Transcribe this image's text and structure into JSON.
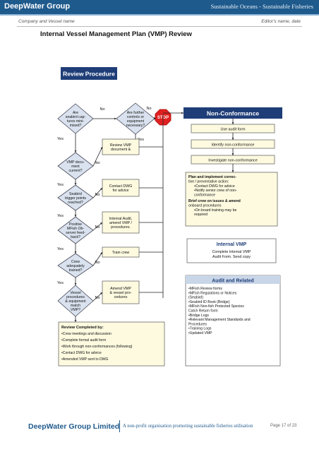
{
  "header": {
    "brand": "DeepWater Group",
    "tagline": "Sustainable Oceans - Sustainable Fisheries",
    "company_field": "Company and Vessel name",
    "editor_field": "Editor's name, date"
  },
  "page_title": "Internal Vessel Management Plan (VMP) Review",
  "diagram": {
    "review_title": "Review Procedure",
    "nonconformance_title": "Non-Conformance",
    "stop_label": "STOP",
    "decisions": [
      [
        "Are",
        "seabird cap-",
        "tures mini-",
        "mised?"
      ],
      [
        "VMP docu-",
        "ment",
        "current?"
      ],
      [
        "Seabird",
        "trigger points",
        "reached?"
      ],
      [
        "Positive",
        "MFish Ob-",
        "server feed-",
        "back?"
      ],
      [
        "Crew",
        "adequately",
        "trained?"
      ],
      [
        "Vessel",
        "procedures",
        "& equipment",
        "match",
        "VMP?"
      ]
    ],
    "further_decision": [
      "Are further",
      "controls or",
      "equipment",
      "necessary?"
    ],
    "actions": [
      [
        "Review VMP",
        "document &"
      ],
      [
        "Contact DWG",
        "for advice"
      ],
      [
        "Internal Audit,",
        "amend VMP /",
        "procedures."
      ],
      [
        "Train crew"
      ],
      [
        "Amend VMP",
        "& vessel pro-",
        "cedures"
      ]
    ],
    "yes_label": "Yes",
    "no_label": "No",
    "review_completed": {
      "title": "Review Completed by:",
      "items": [
        "Crew meetings and discussion",
        "Complete formal audit form",
        "Work through non-conformances (following)",
        "Contact DWG for advice",
        "Amended VMP sent to DWG"
      ]
    },
    "nonconformance_steps": [
      "Use audit form",
      "Identify non-conformance",
      "Investigate non-conformance"
    ],
    "plan_box": {
      "heading_lines": [
        "Plan and implement correc-",
        "tive / preventative action:"
      ],
      "bullets": [
        [
          "Contact DWG for advice"
        ],
        [
          "Notify senior crew of non-",
          "conformance"
        ]
      ],
      "brief_lines": [
        "Brief crew on issues & amend",
        "onboard procedures"
      ],
      "training_bullet": [
        "On board training may be",
        "required"
      ]
    },
    "internal_vmp": {
      "title": "Internal VMP",
      "lines": [
        "Complete Internal VMP",
        "Audit Form. Send copy"
      ]
    },
    "audit_related": {
      "title": "Audit and Related",
      "items": [
        [
          "MFish Review forms"
        ],
        [
          "MFish Regulations or Notices",
          "(Seabird)"
        ],
        [
          "Seabird ID Book (Bridge)"
        ],
        [
          "MFish Non-fish Protected Species",
          "Catch Return form"
        ],
        [
          "Bridge Logs"
        ],
        [
          "Relevant Management Standards and",
          "Procedures"
        ],
        [
          "Training Logs"
        ],
        [
          "Updated VMP"
        ]
      ]
    }
  },
  "footer": {
    "brand": "DeepWater Group Limited",
    "tagline": "A non-profit organisation promoting sustainable fisheries utilisation",
    "page": "Page 17 of 23"
  },
  "colors": {
    "brand_blue": "#1f5a8c",
    "diamond_fill": "#d9e2ee",
    "box_fill": "#fdfae0",
    "header_dark": "#1f3e78",
    "stop_red": "#e02020"
  }
}
